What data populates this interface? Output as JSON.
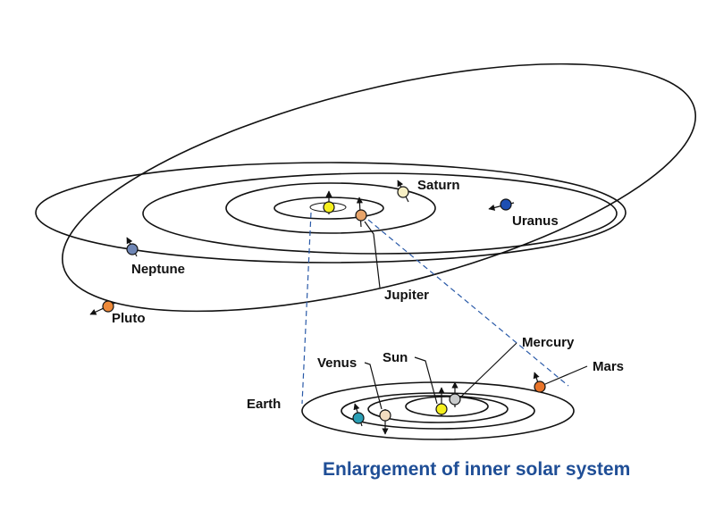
{
  "outer_labels": {
    "saturn": "Saturn",
    "uranus": "Uranus",
    "neptune": "Neptune",
    "jupiter": "Jupiter",
    "pluto": "Pluto"
  },
  "inner_labels": {
    "mercury": "Mercury",
    "venus": "Venus",
    "sun": "Sun",
    "mars": "Mars",
    "earth": "Earth"
  },
  "caption": "Enlargement of inner solar system",
  "colors": {
    "sun": "#f5ef1e",
    "jupiter": "#e8a46a",
    "saturn": "#f7efc4",
    "uranus": "#1d4fb3",
    "neptune": "#6f86b5",
    "pluto": "#ee8a3a",
    "mercury": "#c9cbcc",
    "venus": "#f2dcc0",
    "earth": "#2b9fb5",
    "mars": "#e8742a",
    "caption": "#1f4e96",
    "dashed_line": "#2a5aa8"
  }
}
